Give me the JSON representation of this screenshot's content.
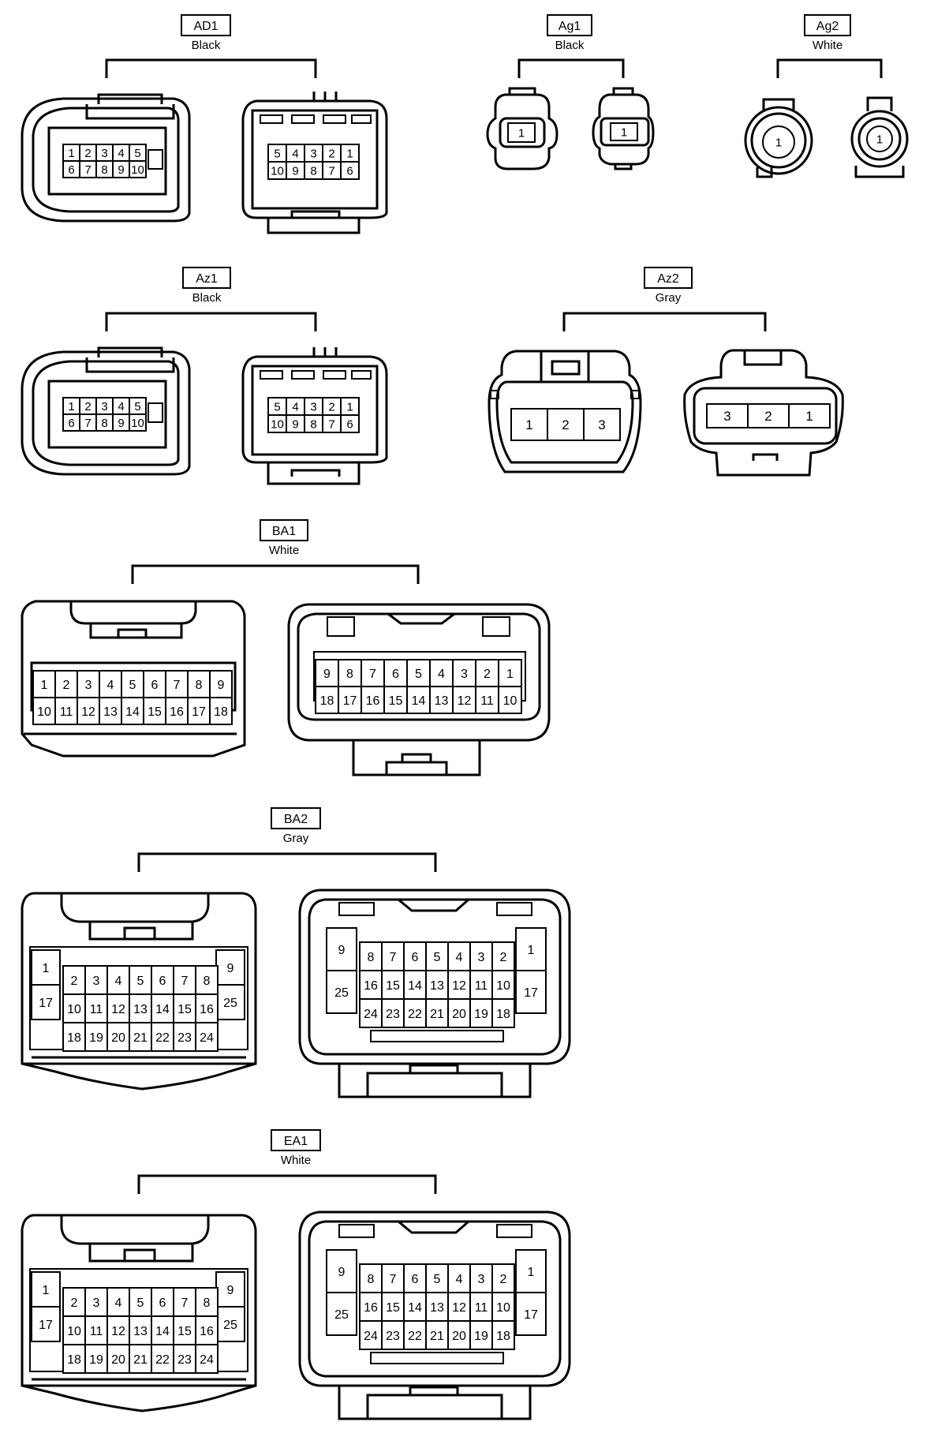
{
  "groups": [
    {
      "id": "AD1",
      "color": "Black"
    },
    {
      "id": "Ag1",
      "color": "Black"
    },
    {
      "id": "Ag2",
      "color": "White"
    },
    {
      "id": "Az1",
      "color": "Black"
    },
    {
      "id": "Az2",
      "color": "Gray"
    },
    {
      "id": "BA1",
      "color": "White"
    },
    {
      "id": "BA2",
      "color": "Gray"
    },
    {
      "id": "EA1",
      "color": "White"
    }
  ],
  "pins": {
    "ten_left": [
      [
        "1",
        "2",
        "3",
        "4",
        "5"
      ],
      [
        "6",
        "7",
        "8",
        "9",
        "10"
      ]
    ],
    "ten_right": [
      [
        "5",
        "4",
        "3",
        "2",
        "1"
      ],
      [
        "10",
        "9",
        "8",
        "7",
        "6"
      ]
    ],
    "single": "1",
    "three_left": [
      "1",
      "2",
      "3"
    ],
    "three_right": [
      "3",
      "2",
      "1"
    ],
    "eighteen_left": [
      [
        "1",
        "2",
        "3",
        "4",
        "5",
        "6",
        "7",
        "8",
        "9"
      ],
      [
        "10",
        "11",
        "12",
        "13",
        "14",
        "15",
        "16",
        "17",
        "18"
      ]
    ],
    "eighteen_right": [
      [
        "9",
        "8",
        "7",
        "6",
        "5",
        "4",
        "3",
        "2",
        "1"
      ],
      [
        "18",
        "17",
        "16",
        "15",
        "14",
        "13",
        "12",
        "11",
        "10"
      ]
    ],
    "twentyfive_left": {
      "outer_left": [
        "1",
        "17"
      ],
      "outer_right": [
        "9",
        "25"
      ],
      "rows": [
        [
          "2",
          "3",
          "4",
          "5",
          "6",
          "7",
          "8"
        ],
        [
          "10",
          "11",
          "12",
          "13",
          "14",
          "15",
          "16"
        ],
        [
          "18",
          "19",
          "20",
          "21",
          "22",
          "23",
          "24"
        ]
      ]
    },
    "twentyfive_right": {
      "outer_left": [
        "9",
        "25"
      ],
      "outer_right": [
        "1",
        "17"
      ],
      "rows": [
        [
          "8",
          "7",
          "6",
          "5",
          "4",
          "3",
          "2"
        ],
        [
          "16",
          "15",
          "14",
          "13",
          "12",
          "11",
          "10"
        ],
        [
          "24",
          "23",
          "22",
          "21",
          "20",
          "19",
          "18"
        ]
      ]
    }
  }
}
